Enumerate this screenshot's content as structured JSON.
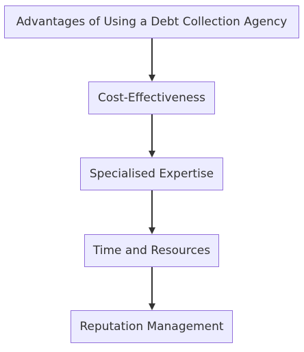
{
  "diagram": {
    "colors": {
      "node_fill": "#ECECFF",
      "node_border": "#9370DB",
      "edge": "#333333",
      "text": "#333333"
    },
    "nodes": [
      {
        "id": "n0",
        "label": "Advantages of Using a Debt Collection Agency"
      },
      {
        "id": "n1",
        "label": "Cost-Effectiveness"
      },
      {
        "id": "n2",
        "label": "Specialised Expertise"
      },
      {
        "id": "n3",
        "label": "Time and Resources"
      },
      {
        "id": "n4",
        "label": "Reputation Management"
      }
    ],
    "edges": [
      {
        "from": "n0",
        "to": "n1"
      },
      {
        "from": "n1",
        "to": "n2"
      },
      {
        "from": "n2",
        "to": "n3"
      },
      {
        "from": "n3",
        "to": "n4"
      }
    ]
  }
}
